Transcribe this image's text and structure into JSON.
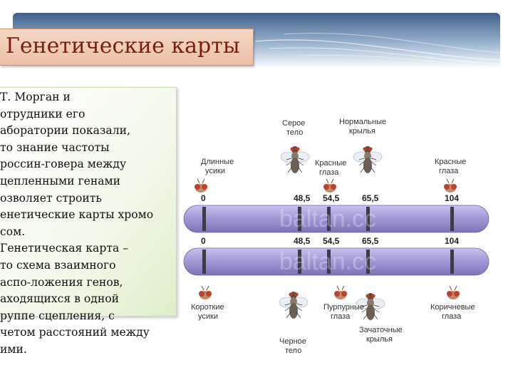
{
  "slide": {
    "title": "Генетические карты",
    "paragraph_lines": [
      "  Т. Морган и",
      "отрудники его",
      "аборатории показали,",
      "то знание частоты",
      "россин-говера между",
      "цепленными генами",
      "озволяет строить",
      "енетические карты хромо",
      "сом.",
      "  Генетическая карта –",
      "то  схема взаимного",
      "аспо-ложения генов,",
      "аходящихся в одной",
      "руппе сцепления, с",
      "четом расстояний между",
      "ими."
    ]
  },
  "figure": {
    "top_labels": {
      "long_antennae": [
        "Длинные",
        "усики"
      ],
      "gray_body": [
        "Серое",
        "тело"
      ],
      "normal_wings": [
        "Нормальные",
        "крылья"
      ],
      "red_eyes_mid": [
        "Красные",
        "глаза"
      ],
      "red_eyes_right": [
        "Красные",
        "глаза"
      ]
    },
    "bottom_labels": {
      "short_antennae": [
        "Короткие",
        "усики"
      ],
      "black_body": [
        "Черное",
        "тело"
      ],
      "purple_eyes": [
        "Пурпурные",
        "глаза"
      ],
      "vestigial_wings": [
        "Зачаточные",
        "крылья"
      ],
      "brown_eyes": [
        "Коричневые",
        "глаза"
      ]
    },
    "positions": [
      "0",
      "48,5",
      "54,5",
      "65,5",
      "104"
    ],
    "watermark": "baltan.cc",
    "colors": {
      "chromosome": "#a59ad8",
      "band": "#3b3b4a"
    }
  }
}
